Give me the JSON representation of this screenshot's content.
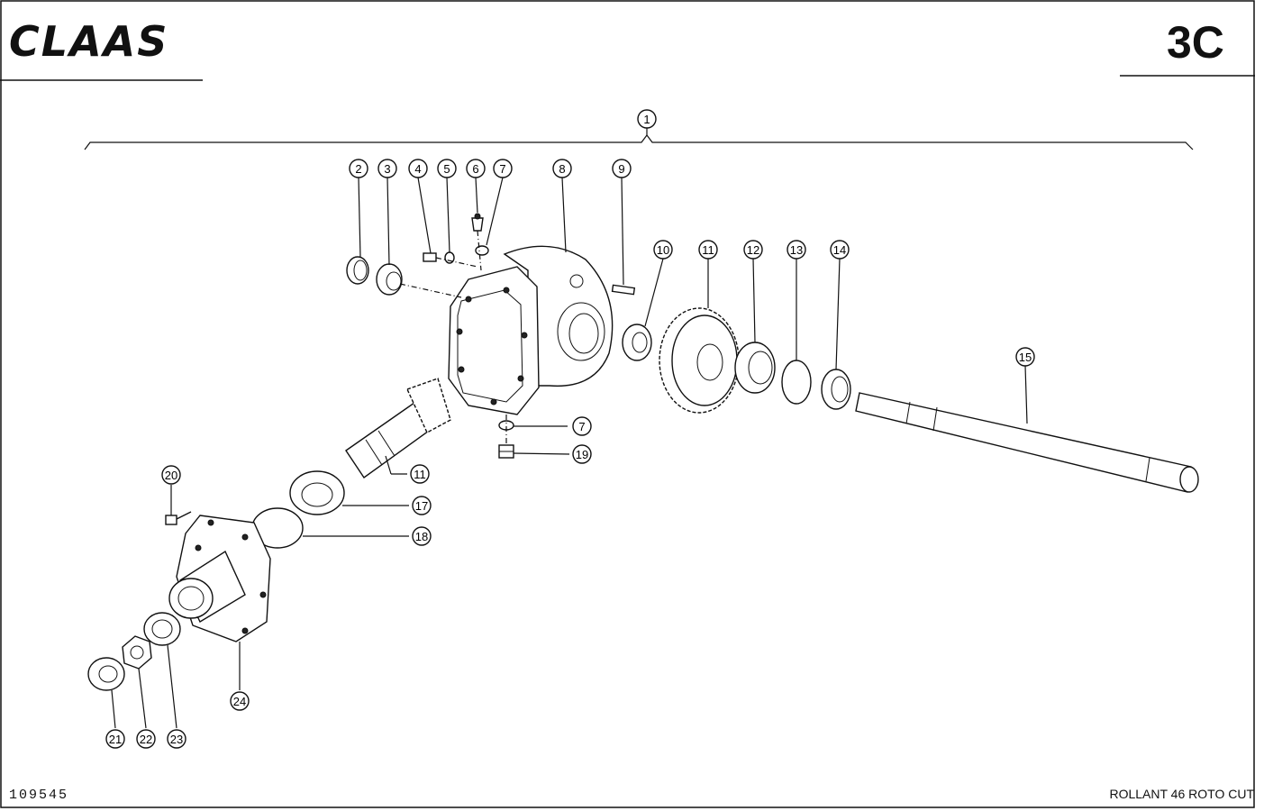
{
  "header": {
    "logo_text": "CLAAS",
    "sheet_code": "3C"
  },
  "footer": {
    "drawing_number": "109545",
    "model_title": "ROLLANT 46 ROTO CUT"
  },
  "callouts": [
    "1",
    "2",
    "3",
    "4",
    "5",
    "6",
    "7",
    "8",
    "9",
    "10",
    "11",
    "12",
    "13",
    "14",
    "15",
    "7",
    "19",
    "11",
    "17",
    "18",
    "20",
    "24",
    "21",
    "22",
    "23"
  ]
}
